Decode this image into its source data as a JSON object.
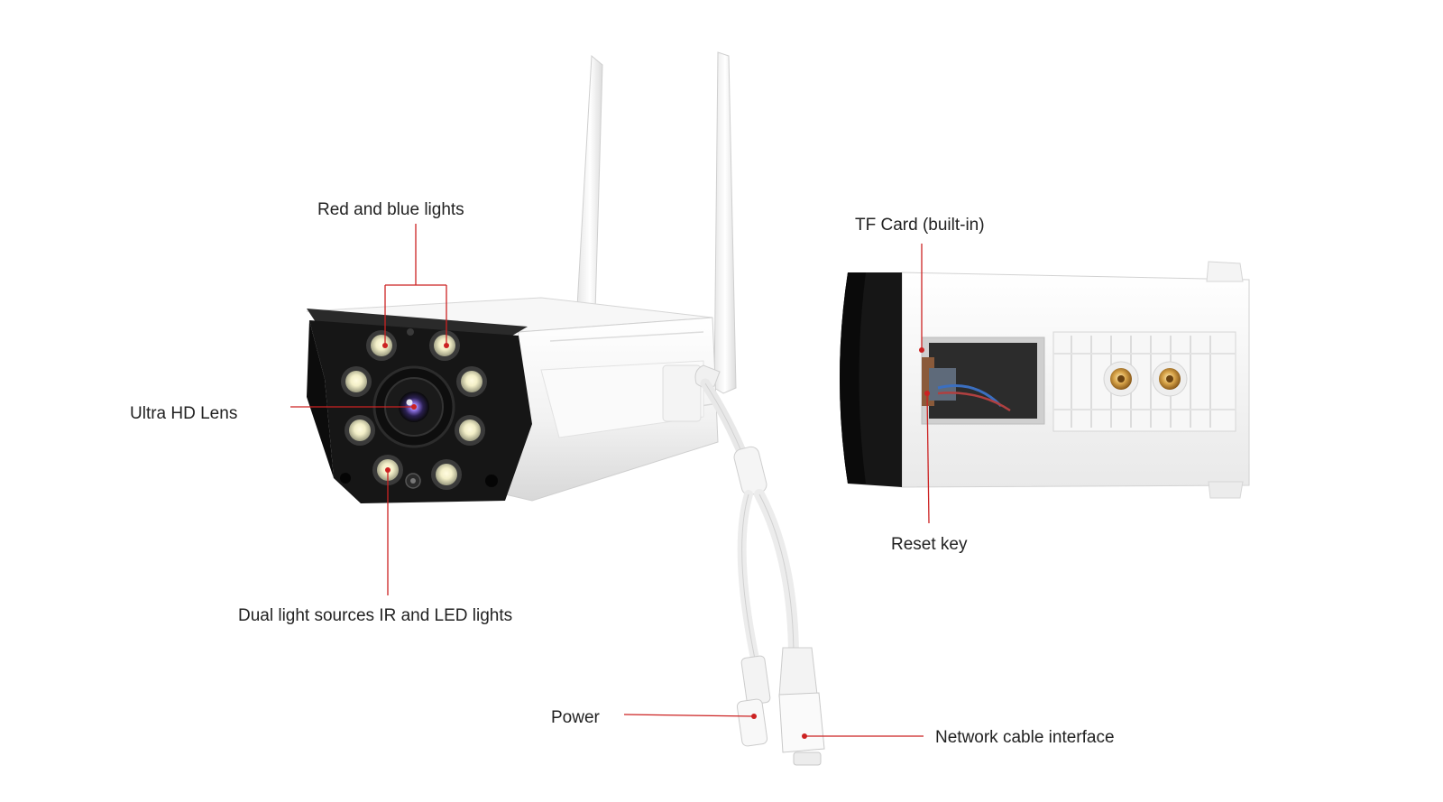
{
  "callouts": {
    "red_blue_lights": "Red and blue lights",
    "ultra_hd_lens": "Ultra HD Lens",
    "dual_light": "Dual light sources IR and LED lights",
    "tf_card": "TF Card (built-in)",
    "reset_key": "Reset key",
    "power": "Power",
    "network": "Network cable interface"
  },
  "colors": {
    "leader_line": "#cc2222",
    "camera_body": "#ffffff",
    "camera_face": "#161616",
    "lens_accent": "#4a3a9a",
    "mount_brass": "#d9a54a"
  }
}
